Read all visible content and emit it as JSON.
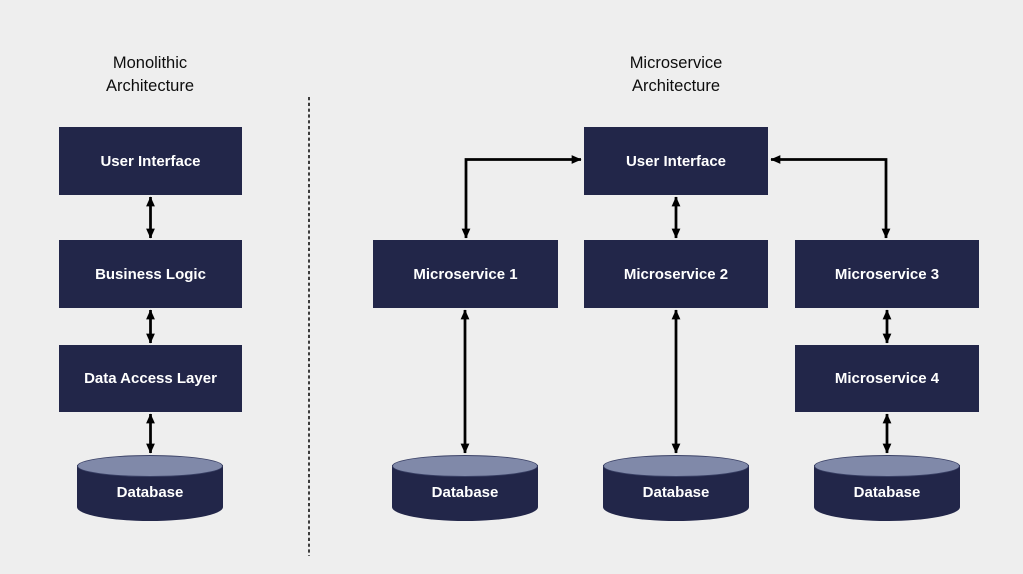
{
  "diagram": {
    "monolithic": {
      "title": [
        "Monolithic",
        "Architecture"
      ],
      "user_interface": "User Interface",
      "business_logic": "Business Logic",
      "data_access_layer": "Data Access Layer",
      "database": "Database"
    },
    "microservice": {
      "title": [
        "Microservice",
        "Architecture"
      ],
      "user_interface": "User Interface",
      "services": [
        "Microservice 1",
        "Microservice 2",
        "Microservice 3",
        "Microservice 4"
      ],
      "databases": [
        "Database",
        "Database",
        "Database"
      ]
    },
    "colors": {
      "background": "#eeeeee",
      "node_fill": "#222649",
      "node_text": "#ffffff",
      "cylinder_top": "#8089a9",
      "arrow": "#000000",
      "divider": "#111111"
    }
  }
}
